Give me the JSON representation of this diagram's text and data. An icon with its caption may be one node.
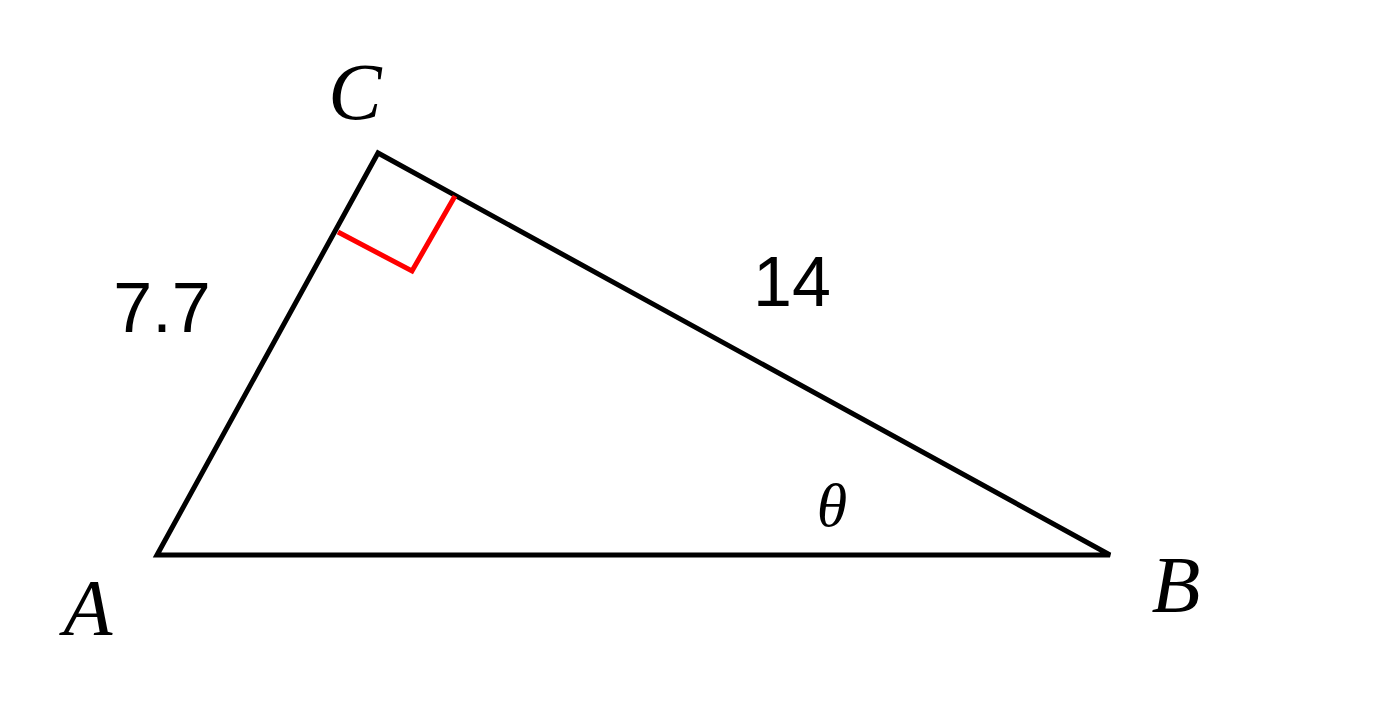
{
  "diagram": {
    "labels": [
      "C",
      "7.7",
      "14",
      "θ",
      "A",
      "B"
    ]
  }
}
